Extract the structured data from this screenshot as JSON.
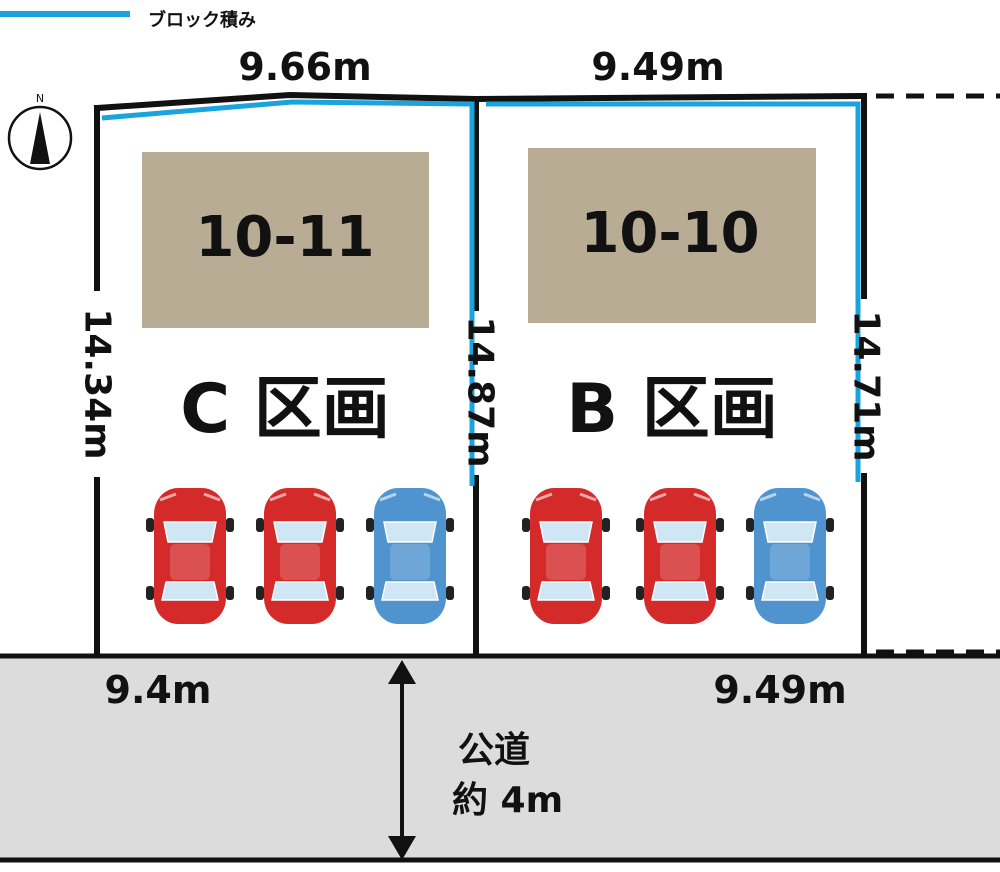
{
  "legend": {
    "label": "ブロック積み",
    "line_color": "#1aa3dc"
  },
  "compass": {
    "north_label": "N"
  },
  "lots": [
    {
      "id": "C",
      "name": "C 区画",
      "house_label": "10-11",
      "top_width": "9.66m",
      "left_depth": "14.34m",
      "bottom_width": "9.4m",
      "cars": [
        "red",
        "red",
        "blue"
      ]
    },
    {
      "id": "B",
      "name": "B 区画",
      "house_label": "10-10",
      "top_width": "9.49m",
      "left_depth": "14.87m",
      "right_depth": "14.71m",
      "bottom_width": "9.49m",
      "cars": [
        "red",
        "red",
        "blue"
      ]
    }
  ],
  "road": {
    "name": "公道",
    "width": "約 4m"
  },
  "colors": {
    "house": "#b8ad94",
    "road": "#dcdcdc",
    "block_wall": "#1aa3dc",
    "car_red": "#d42a2a",
    "car_blue": "#4f94cf",
    "boundary": "#111111"
  }
}
